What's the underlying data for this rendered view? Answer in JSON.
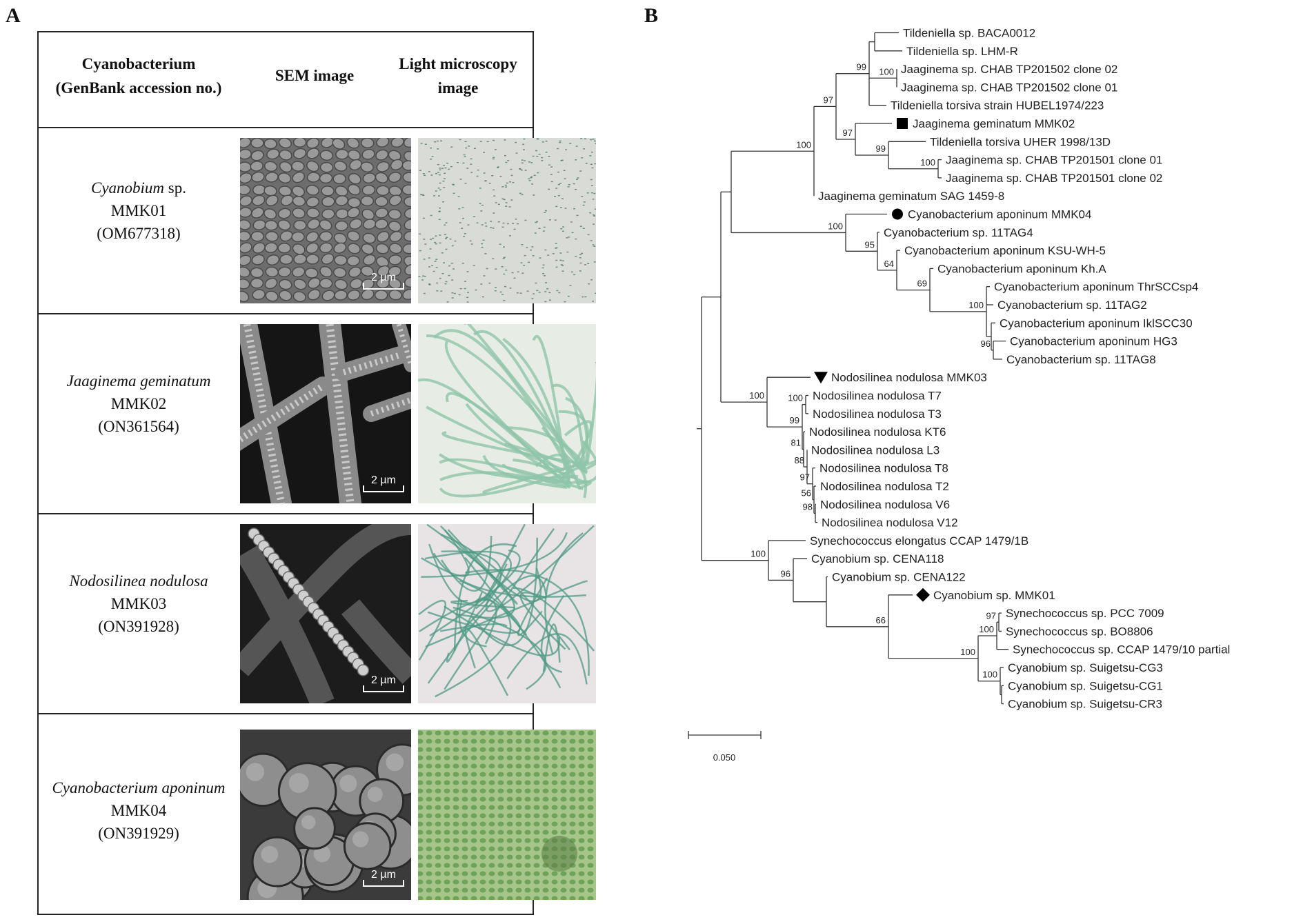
{
  "panel_a": {
    "letter": "A",
    "headers": {
      "col1": [
        "Cyanobacterium",
        "(GenBank accession no.)"
      ],
      "col2": "SEM image",
      "col3": [
        "Light microscopy",
        "image"
      ]
    },
    "rows": [
      {
        "genus": "Cyanobium",
        "epithet": "sp.",
        "strain": "MMK01",
        "accession": "(OM677318)",
        "scale": "2 µm",
        "lm_color": "#d9dcd6"
      },
      {
        "genus": "Jaaginema geminatum",
        "epithet": "",
        "strain": "MMK02",
        "accession": "(ON361564)",
        "scale": "2 µm",
        "lm_color": "#e7ede4"
      },
      {
        "genus": "Nodosilinea nodulosa",
        "epithet": "",
        "strain": "MMK03",
        "accession": "(ON391928)",
        "scale": "2 µm",
        "lm_color": "#e8e3e5"
      },
      {
        "genus": "Cyanobacterium aponinum",
        "epithet": "",
        "strain": "MMK04",
        "accession": "(ON391929)",
        "scale": "2 µm",
        "lm_color": "#a6c58a"
      }
    ]
  },
  "panel_b": {
    "letter": "B",
    "scale_label": "0.050",
    "taxa": [
      "Tildeniella sp. BACA0012",
      "Tildeniella sp. LHM-R",
      "Jaaginema sp. CHAB TP201502 clone 02",
      "Jaaginema sp. CHAB TP201502 clone 01",
      "Tildeniella torsiva strain HUBEL1974/223",
      "Jaaginema geminatum MMK02",
      "Tildeniella torsiva UHER 1998/13D",
      "Jaaginema sp. CHAB TP201501 clone 01",
      "Jaaginema sp. CHAB TP201501 clone 02",
      "Jaaginema geminatum SAG 1459-8",
      "Cyanobacterium aponinum MMK04",
      "Cyanobacterium sp. 11TAG4",
      "Cyanobacterium aponinum KSU-WH-5",
      "Cyanobacterium aponinum Kh.A",
      "Cyanobacterium aponinum ThrSCCsp4",
      "Cyanobacterium sp. 11TAG2",
      "Cyanobacterium aponinum IklSCC30",
      "Cyanobacterium aponinum HG3",
      "Cyanobacterium sp. 11TAG8",
      "Nodosilinea nodulosa MMK03",
      "Nodosilinea nodulosa T7",
      "Nodosilinea nodulosa T3",
      "Nodosilinea nodulosa KT6",
      "Nodosilinea nodulosa L3",
      "Nodosilinea nodulosa T8",
      "Nodosilinea nodulosa T2",
      "Nodosilinea nodulosa V6",
      "Nodosilinea nodulosa V12",
      "Synechococcus elongatus CCAP 1479/1B",
      "Cyanobium sp. CENA118",
      "Cyanobium sp. CENA122",
      "Cyanobium sp. MMK01",
      "Synechococcus sp. PCC 7009",
      "Synechococcus sp. BO8806",
      "Synechococcus sp. CCAP 1479/10 partial",
      "Cyanobium sp. Suigetsu-CG3",
      "Cyanobium sp. Suigetsu-CG1",
      "Cyanobium sp. Suigetsu-CR3"
    ],
    "bootstrap": [
      "99",
      "100",
      "97",
      "97",
      "99",
      "100",
      "100",
      "100",
      "95",
      "64",
      "69",
      "100",
      "96",
      "100",
      "100",
      "99",
      "81",
      "88",
      "97",
      "56",
      "98",
      "100",
      "96",
      "66",
      "97",
      "100",
      "100",
      "100"
    ],
    "markers": [
      {
        "taxon": "Jaaginema geminatum MMK02",
        "shape": "square"
      },
      {
        "taxon": "Cyanobacterium aponinum MMK04",
        "shape": "circle"
      },
      {
        "taxon": "Nodosilinea nodulosa MMK03",
        "shape": "triangle-down"
      },
      {
        "taxon": "Cyanobium sp. MMK01",
        "shape": "diamond"
      }
    ]
  }
}
